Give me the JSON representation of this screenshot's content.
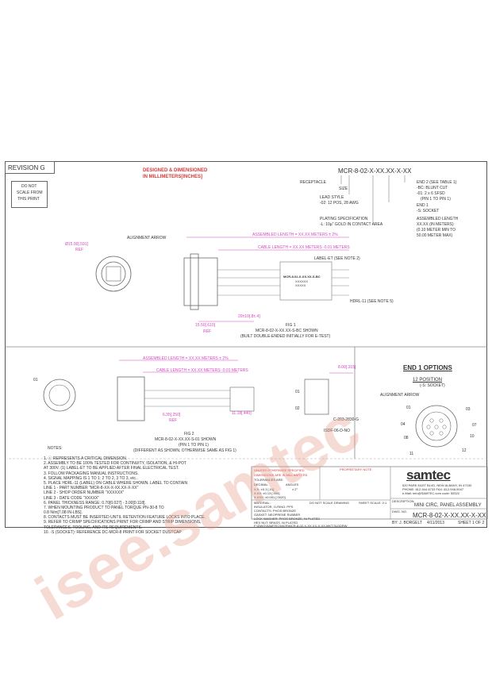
{
  "revision": "REVISION G",
  "scale_note": [
    "DO NOT",
    "SCALE FROM",
    "THIS PRINT"
  ],
  "design_note": [
    "DESIGNED & DIMENSIONED",
    "IN MILLIMETERS[INCHES]"
  ],
  "part_number": "MCR-8-02-X-XX.XX-X-XX",
  "callouts": {
    "receptacle": "RECEPTACLE",
    "size": "SIZE",
    "lead_style": "LEAD STYLE",
    "lead_style_val": "-02: 12 POS, 28 AWG",
    "plating": "PLATING SPECIFICATION",
    "plating_val": "-L: 10µ\" GOLD IN CONTACT AREA",
    "end2": "END 2 (SEE TABLE 1)",
    "end2_bc": "-BC: BLUNT CUT",
    "end2_01": "-01: 2 x 6 SFSD",
    "end2_pin": "(PIN 1 TO PIN 1)",
    "end1": "END 1",
    "end1_s": "-S: SOCKET",
    "assembled": "ASSEMBLED LENGTH",
    "assembled_val": "XX.XX (IN METERS)",
    "assembled_min": "(0.10 METER MIN TO",
    "assembled_max": "50.00 METER MAX)"
  },
  "fig1": {
    "alignment_arrow": "ALIGNMENT ARROW",
    "dia": "Ø15.00[.591]",
    "ref": "REF",
    "assembled_length": "ASSEMBLED LENGTH = XX.XX METERS ± 2%",
    "cable_length": "CABLE LENGTH = XX.XX METERS -0.01 METERS",
    "label_et": "LABEL-ET (SEE NOTE 2)",
    "hdrl": "HDRL-11 (SEE NOTE 5)",
    "label_text": "MCR-8-02-X-XX.XX-S-BC",
    "label_l2": "XXXXXX",
    "label_l3": "XXXXX",
    "dim_a": "15.50[.610]",
    "dim_b": "20±10[.8±.4]",
    "ref2": "REF",
    "title": "FIG 1",
    "caption": "MCR-8-02-X-XX.XX-S-BC SHOWN",
    "caption2": "(BUILT DOUBLE-ENDED INITIALLY FOR E-TEST)"
  },
  "fig2": {
    "pin01": "01",
    "assembled_length": "ASSEMBLED LENGTH = XX.XX METERS ± 2%",
    "cable_length": "CABLE LENGTH = XX.XX METERS -0.01 METERS",
    "dim_a": "6.35[.250]",
    "dim_b": "11.18[.440]",
    "dim_c": "8.00[.315]",
    "ref": "REF",
    "pin01b": "01",
    "pin02": "02",
    "c203": "C-203-2830-G",
    "isdf": "ISDF-06-D-NO",
    "title": "FIG 2",
    "caption": "MCR-8-02-X-XX.XX-S-01 SHOWN",
    "caption2": "(PIN 1 TO PIN 1)",
    "caption3": "(DIFFERENT AS SHOWN, OTHERWISE SAME AS FIG 1)"
  },
  "end1_options": {
    "title": "END 1 OPTIONS",
    "position": "12 POSITION",
    "socket": "(-S: SOCKET)",
    "alignment_arrow": "ALIGNMENT ARROW",
    "pins": [
      "01",
      "03",
      "04",
      "07",
      "08",
      "10",
      "11",
      "12"
    ]
  },
  "notes_title": "NOTES:",
  "notes": [
    "1. ⓒ REPRESENTS A CRITICAL DIMENSION.",
    "2. ASSEMBLY TO BE 100% TESTED FOR CONTINUITY, ISOLATION, & HI-POT",
    "     AT 300V.  (1) LABEL-ET TO BE APPLIED AFTER FINAL ELECTRICAL TEST.",
    "3. FOLLOW PACKAGING MANUAL INSTRUCTIONS.",
    "4. SIGNAL MAPPING IS 1 TO 1: 2 TO 2, 3 TO 3, etc..",
    "5. PLACE HDRL-11 (LABEL) ON CABLE WHERE SHOWN.  LABEL TO CONTAIN",
    "     LINE 1 - PART NUMBER \"MCR-8-XX-X-XX.XX-X-XX\"",
    "     LINE 2 - SHOP ORDER NUMBER \"XXXXXX\"",
    "     LINE 3 - DATE CODE \"XXXXX\"",
    "6. PANEL THICKNESS RANGE: 0.70[0.027] - 3.00[0.118].",
    "7. WHEN MOUNTING PRODUCT TO PANEL TORQUE PN-30-8 TO",
    "     0.8 N/m[7.08 IN-LBS].",
    "8. CONTACTS MUST BE INSERTED UNTIL RETENTION FEATURE LOCKS INTO PLACE.",
    "9. REFER TO CRIMP SPECIFICATIONS PRINT FOR CRIMP AND STRIP DIMENSIONS,",
    "     TOLERANCES, TOOLING, AND ITS REQUIREMENTS.",
    "10. -S (SOCKET): REFERENCE DC-MCR-8 PRINT FOR SOCKET DUSTCAP"
  ],
  "tolerance": {
    "unless": "UNLESS OTHERWISE SPECIFIED",
    "dims": "DIMENSIONS ARE IN MILLIMETERS.",
    "tol": "TOLERANCES ARE:",
    "decimal": "DECIMAL",
    "angles": "ANGLES",
    "xx": "X.X: ±0.3 [.01]",
    "xxx": "X.XX: ±0.13 [.005]",
    "xxxx": "X.XXX: ±0.051 [.0020]",
    "ang_val": "± 2°",
    "material": "MATERIAL:",
    "insulator": "INSULATOR, O-RING: PPS",
    "contacts": "CONTACTS: PHOS BRONZE",
    "gasket": "GASKET: NEOPRENE RUBBER",
    "lockwasher": "LOCK WASHER: PHOS BRONZE, Ni PLATED",
    "hexnut": "HEX NUT: BRASS, Ni PLATED",
    "do_not_scale": "DO NOT SCALE DRAWING",
    "sheet_scale": "SHEET SCALE: 2:1",
    "file": "F:\\DWG\\SAMTEC\\MCR\\MCR-8-02-X-XX.XX-X-XX-MKT.SLDDRW",
    "proprietary": "PROPRIETARY NOTE"
  },
  "company": {
    "name": "samtec",
    "addr1": "520 PARK EAST BLVD, NEW ALBANY, IN 47150",
    "addr2": "PHONE: 812-944-6733     FAX: 812-948-5047",
    "addr3": "e-Mail: info@SAMTEC.com     code: 55322",
    "description_label": "DESCRIPTION:",
    "description": "MINI CIRC, PANEL ASSEMBLY",
    "dwg_label": "DWG. NO.",
    "dwg": "MCR-8-02-X-XX.XX-X-XX",
    "by": "BY:   J. BORGELT",
    "date": "4/11/2013",
    "sheet": "SHEET 1 OF 2"
  },
  "watermark": "isee.samtec"
}
